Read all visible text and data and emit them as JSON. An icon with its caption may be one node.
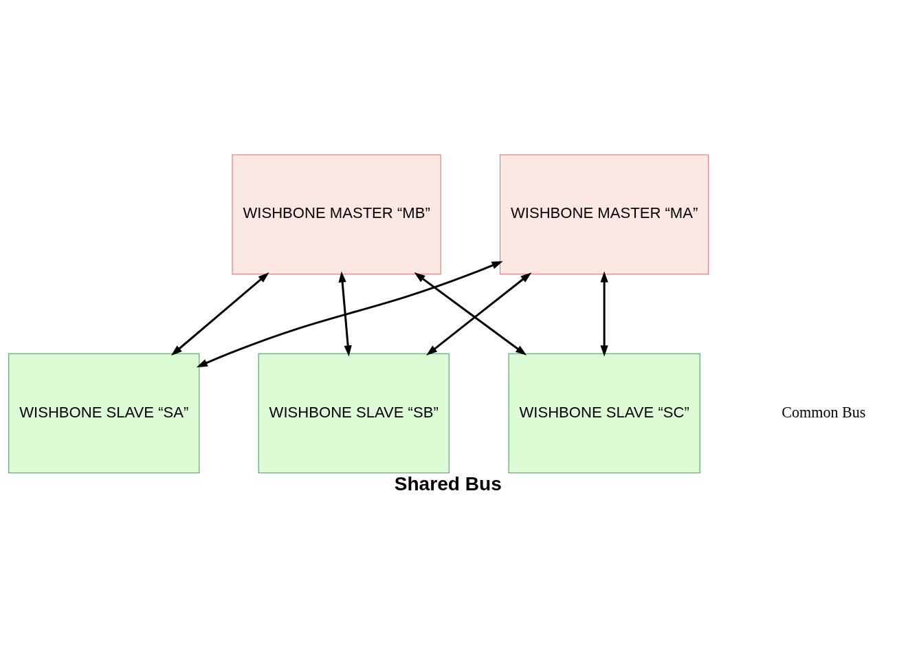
{
  "diagram": {
    "caption": "Shared Bus",
    "nodes": [
      {
        "text": [
          "WISHBONE MASTER “MA”"
        ]
      },
      {
        "text": [
          "WISHBONE MASTER “MB”"
        ]
      },
      {
        "text": [
          "WISHBONE SLAVE “SA”"
        ]
      },
      {
        "text": [
          "WISHBONE SLAVE “SB”"
        ]
      },
      {
        "text": [
          "WISHBONE SLAVE “SC”"
        ]
      }
    ],
    "edges": [
      {
        "from": 0,
        "to": 2,
        "arrow": "both"
      },
      {
        "from": 0,
        "to": 3,
        "arrow": "both"
      },
      {
        "from": 0,
        "to": 4,
        "arrow": "both"
      },
      {
        "from": 1,
        "to": 2,
        "arrow": "both"
      },
      {
        "from": 1,
        "to": 3,
        "arrow": "both"
      },
      {
        "from": 1,
        "to": 4,
        "arrow": "both"
      }
    ],
    "labels": [
      "Common Bus"
    ]
  }
}
